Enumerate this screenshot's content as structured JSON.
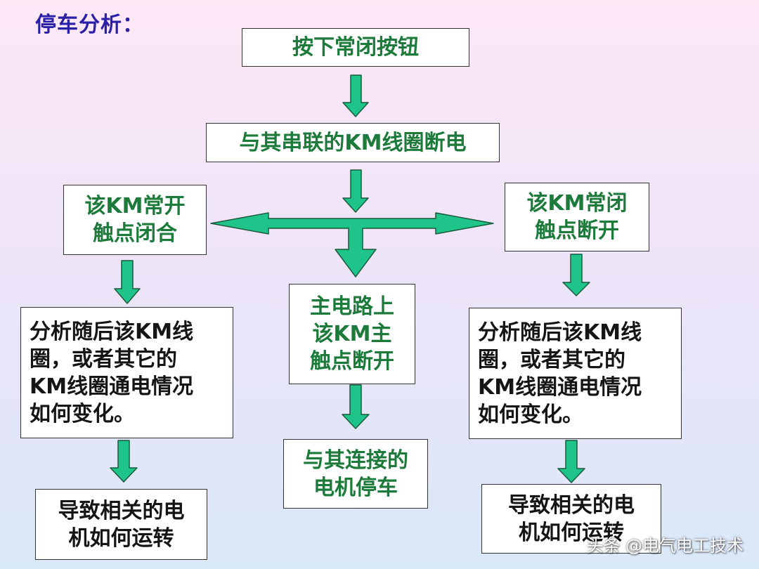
{
  "title": "停车分析：",
  "nodes": {
    "press_button": "按下常闭按钮",
    "coil_off": "与其串联的KM线圈断电",
    "no_contact_close": "该KM常开\n触点闭合",
    "nc_contact_open": "该KM常闭\n触点断开",
    "main_contact_open": "主电路上\n该KM主\n触点断开",
    "left_analysis": "分析随后该KM线\n圈，或者其它的\nKM线圈通电情况\n如何变化。",
    "right_analysis": "分析随后该KM线\n圈，或者其它的\nKM线圈通电情况\n如何变化。",
    "motor_stop": "与其连接的\n电机停车",
    "left_result": "导致相关的电\n机如何运转",
    "right_result": "导致相关的电\n机如何运转"
  },
  "watermark": "头条 @电气电工技术",
  "colors": {
    "arrow_fill": "#1fc48a",
    "arrow_stroke": "#1a5a3a",
    "green_text": "#1c7a3a",
    "title": "#2a1fa8"
  }
}
